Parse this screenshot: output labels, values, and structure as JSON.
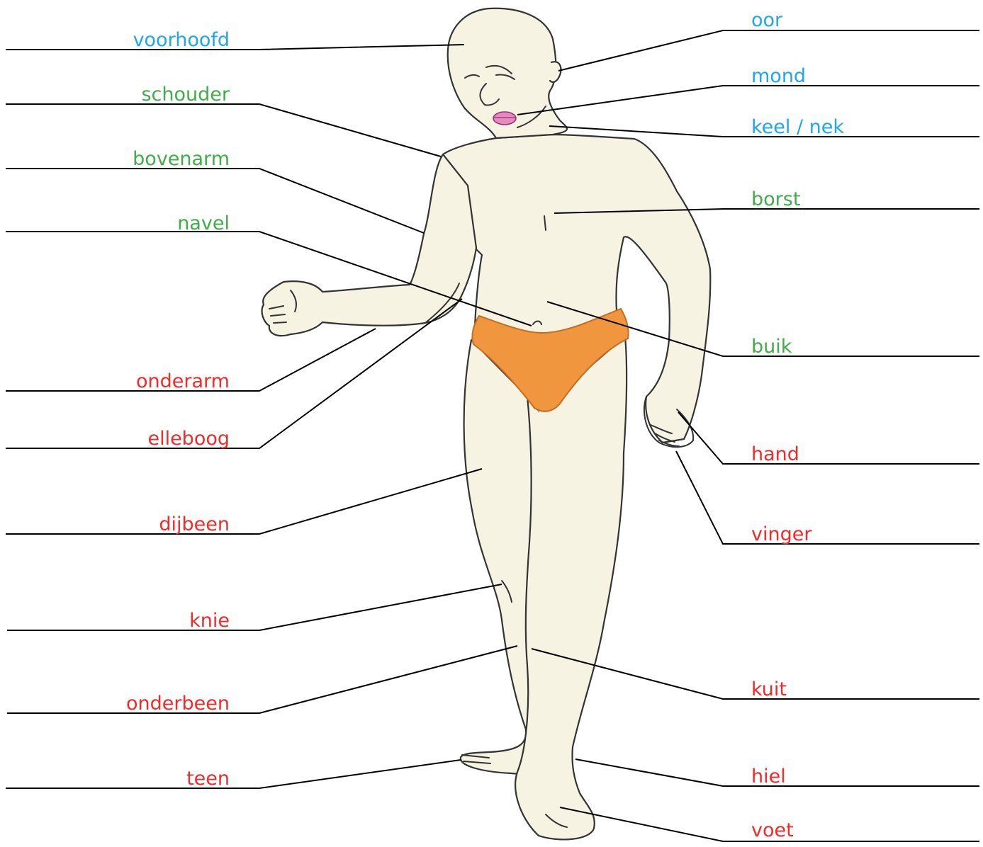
{
  "colors": {
    "head_label": "#1ea7ee",
    "torso_label": "#3fae49",
    "limb_label": "#f42a2a",
    "skin": "#f7f3e3",
    "outline": "#333333",
    "underwear": "#f0963f",
    "underwear_dark": "#d87a27",
    "lips": "#e889c4",
    "leader_line": "#000000"
  },
  "labels_left": [
    {
      "id": "voorhoofd",
      "text": "voorhoofd",
      "group": "head"
    },
    {
      "id": "schouder",
      "text": "schouder",
      "group": "torso"
    },
    {
      "id": "bovenarm",
      "text": "bovenarm",
      "group": "torso"
    },
    {
      "id": "navel",
      "text": "navel",
      "group": "torso"
    },
    {
      "id": "onderarm",
      "text": "onderarm",
      "group": "limb"
    },
    {
      "id": "elleboog",
      "text": "elleboog",
      "group": "limb"
    },
    {
      "id": "dijbeen",
      "text": "dijbeen",
      "group": "limb"
    },
    {
      "id": "knie",
      "text": "knie",
      "group": "limb"
    },
    {
      "id": "onderbeen",
      "text": "onderbeen",
      "group": "limb"
    },
    {
      "id": "teen",
      "text": "teen",
      "group": "limb"
    }
  ],
  "labels_right": [
    {
      "id": "oor",
      "text": "oor",
      "group": "head"
    },
    {
      "id": "mond",
      "text": "mond",
      "group": "head"
    },
    {
      "id": "keel-nek",
      "text": "keel / nek",
      "group": "head"
    },
    {
      "id": "borst",
      "text": "borst",
      "group": "torso"
    },
    {
      "id": "buik",
      "text": "buik",
      "group": "torso"
    },
    {
      "id": "hand",
      "text": "hand",
      "group": "limb"
    },
    {
      "id": "vinger",
      "text": "vinger",
      "group": "limb"
    },
    {
      "id": "kuit",
      "text": "kuit",
      "group": "limb"
    },
    {
      "id": "hiel",
      "text": "hiel",
      "group": "limb"
    },
    {
      "id": "voet",
      "text": "voet",
      "group": "limb"
    }
  ]
}
